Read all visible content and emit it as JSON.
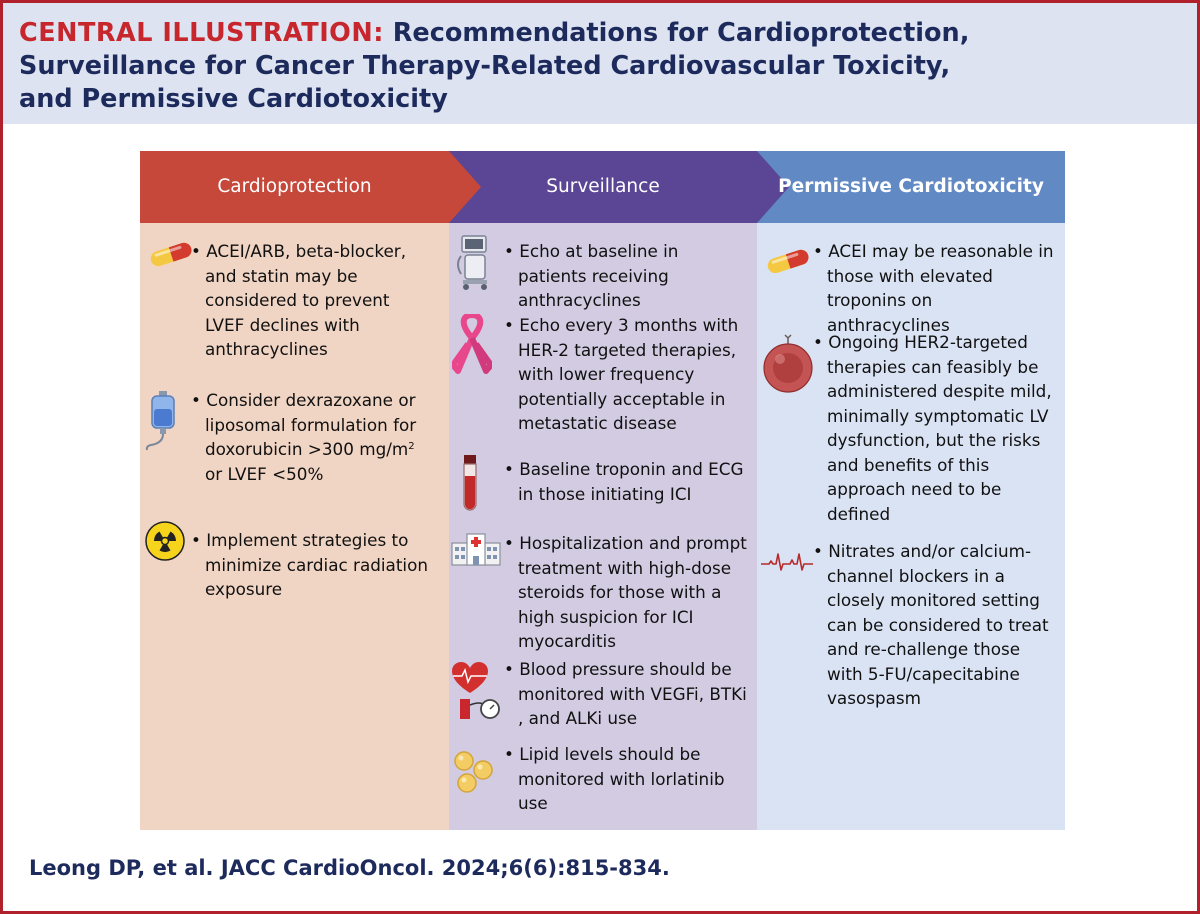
{
  "title": {
    "prefix": "CENTRAL ILLUSTRATION:",
    "line1": "Recommendations for Cardioprotection,",
    "line2": "Surveillance for Cancer Therapy-Related Cardiovascular Toxicity,",
    "line3": "and Permissive Cardiotoxicity"
  },
  "columns": [
    {
      "heading": "Cardioprotection",
      "items": [
        {
          "icon": "pill-capsule-icon",
          "text": "ACEI/ARB, beta-blocker, and statin may be considered to prevent LVEF declines with anthracyclines"
        },
        {
          "icon": "iv-bag-icon",
          "text_before": "Consider dexrazoxane or liposomal formulation for doxorubicin >300 mg/m",
          "text_sup": "2",
          "text_after": " or LVEF <50%"
        },
        {
          "icon": "radiation-icon",
          "text": "Implement strategies to minimize cardiac radiation exposure"
        }
      ]
    },
    {
      "heading": "Surveillance",
      "items": [
        {
          "icon": "ultrasound-machine-icon",
          "text": "Echo at baseline in patients receiving anthracyclines"
        },
        {
          "icon": "pink-ribbon-icon",
          "text": "Echo every 3 months with HER-2 targeted therapies, with lower frequency potentially acceptable in metastatic disease"
        },
        {
          "icon": "blood-tube-icon",
          "text": "Baseline troponin and ECG in those initiating ICI"
        },
        {
          "icon": "hospital-icon",
          "text": "Hospitalization and prompt treatment with high-dose steroids for those with a high suspicion for ICI myocarditis"
        },
        {
          "icon": "blood-pressure-icon",
          "text": "Blood pressure should be monitored with VEGFi, BTKi , and ALKi use"
        },
        {
          "icon": "lipid-droplets-icon",
          "text": "Lipid levels should be monitored with lorlatinib use"
        }
      ]
    },
    {
      "heading": "Permissive Cardiotoxicity",
      "items": [
        {
          "icon": "pill-capsule-icon",
          "text": "ACEI may be reasonable in those with elevated troponins on anthracyclines"
        },
        {
          "icon": "cell-icon",
          "text": "Ongoing HER2-targeted therapies can feasibly be administered despite mild, minimally symptomatic LV dysfunction, but the risks and benefits of this approach need to be defined"
        },
        {
          "icon": "ecg-wave-icon",
          "text": "Nitrates and/or calcium-channel blockers in a closely monitored setting can be considered to treat and re-challenge those with 5-FU/capecitabine vasospasm"
        }
      ]
    }
  ],
  "citation": "Leong DP, et al. JACC CardioOncol. 2024;6(6):815-834.",
  "colors": {
    "frame_border": "#b0212b",
    "title_prefix": "#c8262d",
    "title_text": "#1d2a5c",
    "header_band": "#dde3f1",
    "cardioprotection_header": "#c5483b",
    "cardioprotection_body": "#f0d4c4",
    "surveillance_header": "#5a4694",
    "surveillance_body": "#d2cbe2",
    "permissive_header": "#6189c4",
    "permissive_body": "#dae3f4"
  }
}
